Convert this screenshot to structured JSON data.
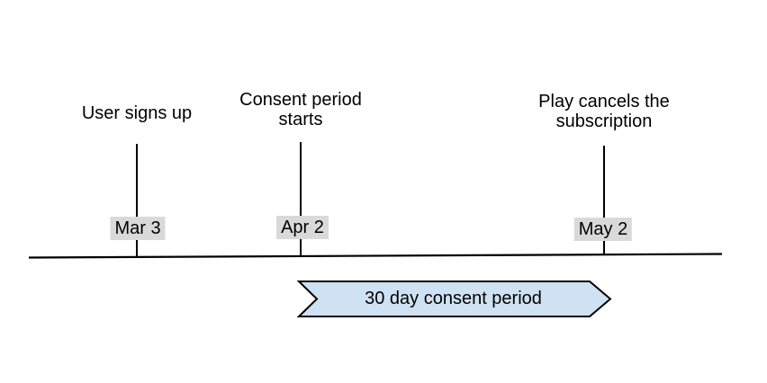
{
  "diagram": {
    "type": "timeline",
    "events": [
      {
        "label": "User signs up",
        "date": "Mar 3"
      },
      {
        "label": "Consent period starts",
        "date": "Apr 2"
      },
      {
        "label": "Play cancels the subscription",
        "date": "May 2"
      }
    ],
    "banner": {
      "label": "30 day consent period"
    },
    "colors": {
      "text": "#000000",
      "line": "#000000",
      "date_badge_bg": "#d9d9d9",
      "banner_fill": "#cfe2f3",
      "banner_stroke": "#000000"
    }
  }
}
